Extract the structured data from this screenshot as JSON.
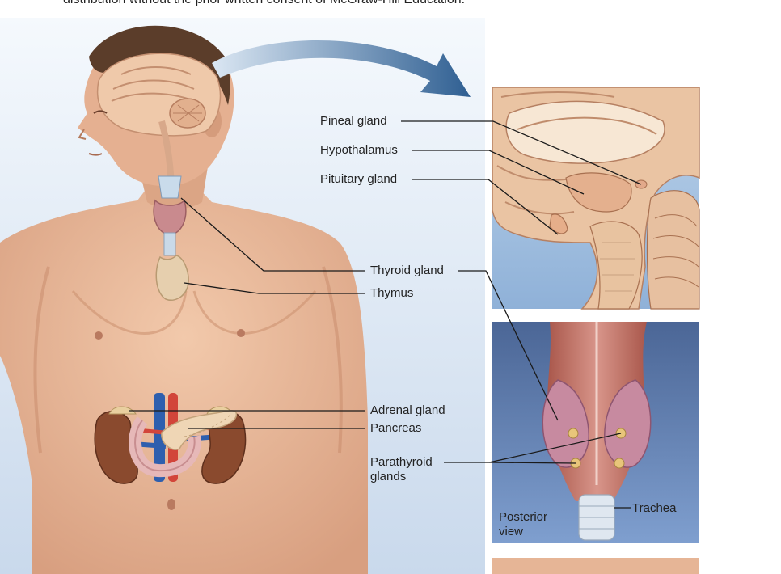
{
  "header": {
    "cropped_text": "distribution without the prior written consent of McGraw-Hill Education."
  },
  "labels": {
    "pineal": "Pineal gland",
    "hypothalamus": "Hypothalamus",
    "pituitary": "Pituitary gland",
    "thyroid": "Thyroid gland",
    "thymus": "Thymus",
    "adrenal": "Adrenal gland",
    "pancreas": "Pancreas",
    "parathyroid_line1": "Parathyroid",
    "parathyroid_line2": "glands",
    "trachea": "Trachea",
    "posterior_line1": "Posterior",
    "posterior_line2": "view"
  },
  "colors": {
    "skin": "#e9b99a",
    "skin_shadow": "#d39c7d",
    "hair": "#5b3d2a",
    "brain": "#f0d2b8",
    "brain_fold": "#c8977a",
    "panel_bg": "#9fbfe0",
    "thyroid_panel_bg": "#5b78a8",
    "arrow": "#3f6e9f",
    "muscle": "#c27b6d",
    "kidney": "#8a4a2e",
    "vein": "#2e5fae",
    "artery": "#d2453a",
    "pancreas": "#efd6b5",
    "leader": "#1a1a1a"
  }
}
